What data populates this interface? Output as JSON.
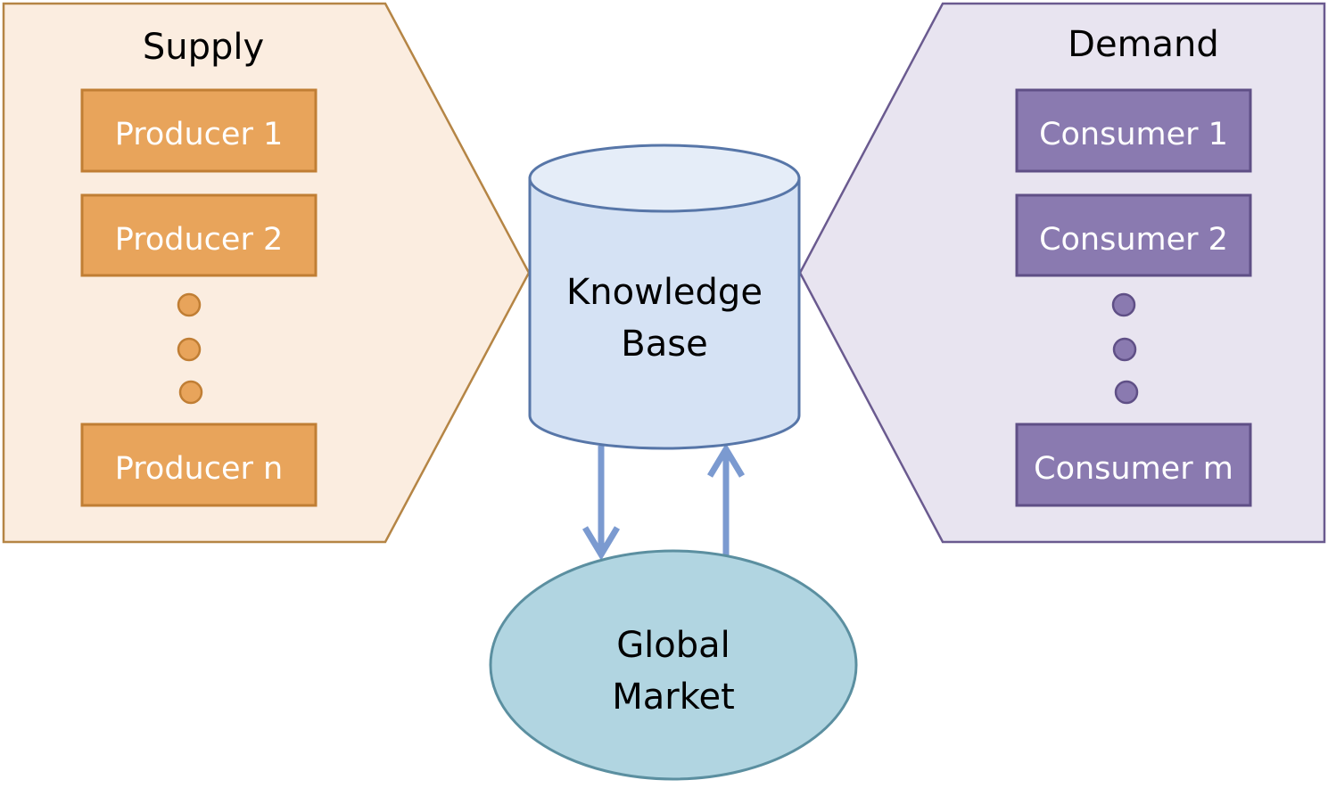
{
  "supply": {
    "title": "Supply",
    "items": [
      "Producer 1",
      "Producer 2",
      "Producer n"
    ],
    "colors": {
      "panel_fill": "#fbede0",
      "panel_stroke": "#b58545",
      "box_fill": "#e8a45b",
      "box_stroke": "#c07e34",
      "dot_fill": "#e8a45b"
    }
  },
  "demand": {
    "title": "Demand",
    "items": [
      "Consumer 1",
      "Consumer 2",
      "Consumer m"
    ],
    "colors": {
      "panel_fill": "#e8e4f0",
      "panel_stroke": "#6a5a8f",
      "box_fill": "#8a7ab0",
      "box_stroke": "#5f4f86",
      "dot_fill": "#8a7ab0"
    }
  },
  "knowledge_base": {
    "line1": "Knowledge",
    "line2": "Base",
    "colors": {
      "fill": "#d5e2f4",
      "top_fill": "#e5edf8",
      "stroke": "#5776a8"
    }
  },
  "global_market": {
    "line1": "Global",
    "line2": "Market",
    "colors": {
      "fill": "#b1d5e1",
      "stroke": "#5b8fa0"
    }
  },
  "arrows": {
    "color": "#7b9ad0"
  }
}
